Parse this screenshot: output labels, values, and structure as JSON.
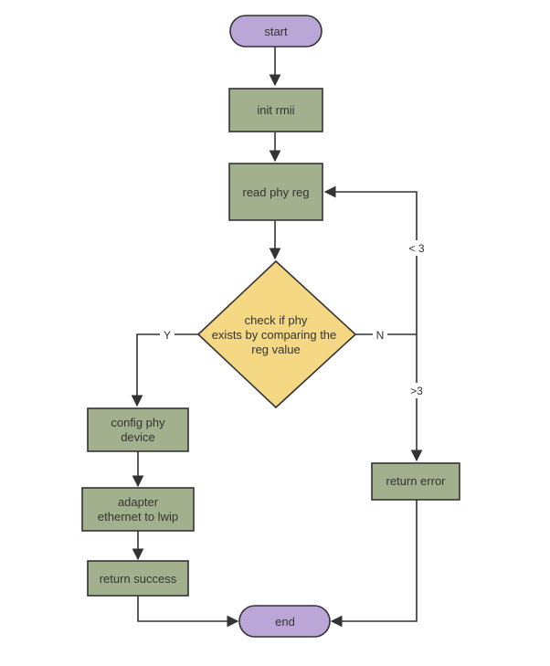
{
  "colors": {
    "terminal_fill": "#bba6d8",
    "process_fill": "#a3b08d",
    "decision_fill": "#f4d883",
    "stroke": "#333333",
    "text": "#333333"
  },
  "nodes": {
    "start": {
      "label": "start"
    },
    "init_rmii": {
      "label": "init rmii"
    },
    "read_phy_reg": {
      "label": "read phy reg"
    },
    "check_phy": {
      "lines": [
        "check if phy",
        "exists by comparing the",
        "reg value"
      ]
    },
    "config_phy": {
      "lines": [
        "config phy",
        "device"
      ]
    },
    "adapter": {
      "lines": [
        "adapter",
        "ethernet to lwip"
      ]
    },
    "return_success": {
      "label": "return success"
    },
    "return_error": {
      "label": "return error"
    },
    "end": {
      "label": "end"
    }
  },
  "edge_labels": {
    "yes": "Y",
    "no": "N",
    "less_than_3": "< 3",
    "greater_than_3": ">3"
  }
}
